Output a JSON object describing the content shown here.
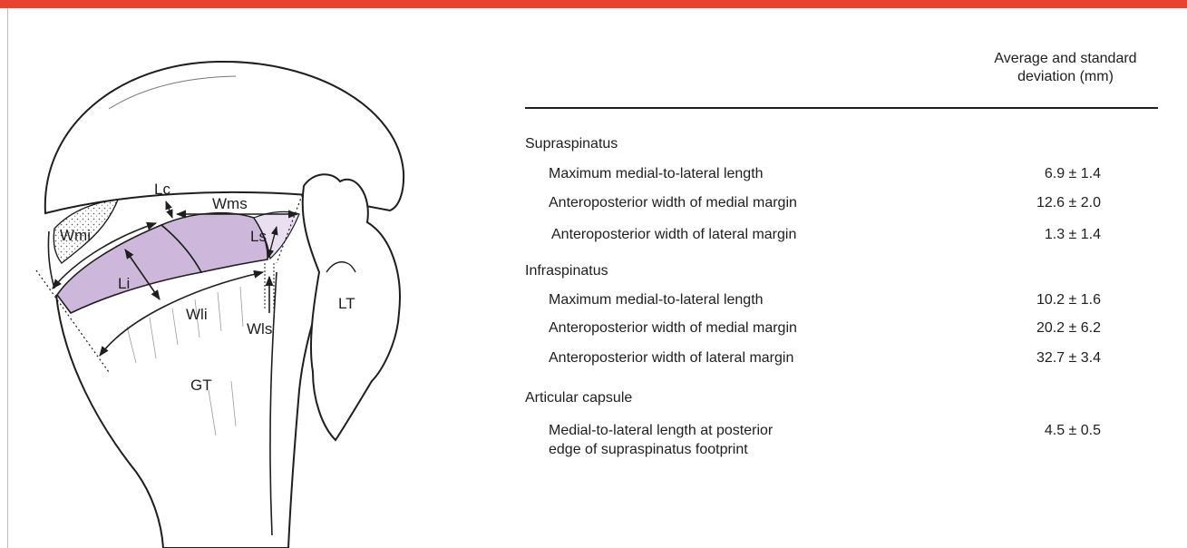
{
  "colors": {
    "top_bar": "#e8432c",
    "footprint_fill": "#cdb8db",
    "footprint_fill_light": "#eadff0",
    "line": "#1e1e1e"
  },
  "figure": {
    "labels": {
      "lc": "Lc",
      "wms": "Wms",
      "wmi": "Wmi",
      "ls": "Ls",
      "li": "Li",
      "wli": "Wli",
      "wls": "Wls",
      "lt": "LT",
      "gt": "GT"
    }
  },
  "table": {
    "header": [
      "Average and standard",
      "deviation (mm)"
    ],
    "sections": [
      {
        "title": "Supraspinatus",
        "rows": [
          {
            "label": "Maximum medial-to-lateral length",
            "value": "6.9 ± 1.4"
          },
          {
            "label": "Anteroposterior width of medial margin",
            "value": "12.6 ± 2.0"
          },
          {
            "label": "Anteroposterior width of lateral margin",
            "value": "1.3 ± 1.4"
          }
        ]
      },
      {
        "title": "Infraspinatus",
        "rows": [
          {
            "label": "Maximum medial-to-lateral length",
            "value": "10.2 ± 1.6"
          },
          {
            "label": "Anteroposterior width of medial margin",
            "value": "20.2 ± 6.2"
          },
          {
            "label": "Anteroposterior width of lateral margin",
            "value": "32.7 ± 3.4"
          }
        ]
      },
      {
        "title": "Articular capsule",
        "rows": [
          {
            "label": [
              "Medial-to-lateral length at posterior",
              "edge of supraspinatus footprint"
            ],
            "value": "4.5 ± 0.5"
          }
        ]
      }
    ]
  }
}
